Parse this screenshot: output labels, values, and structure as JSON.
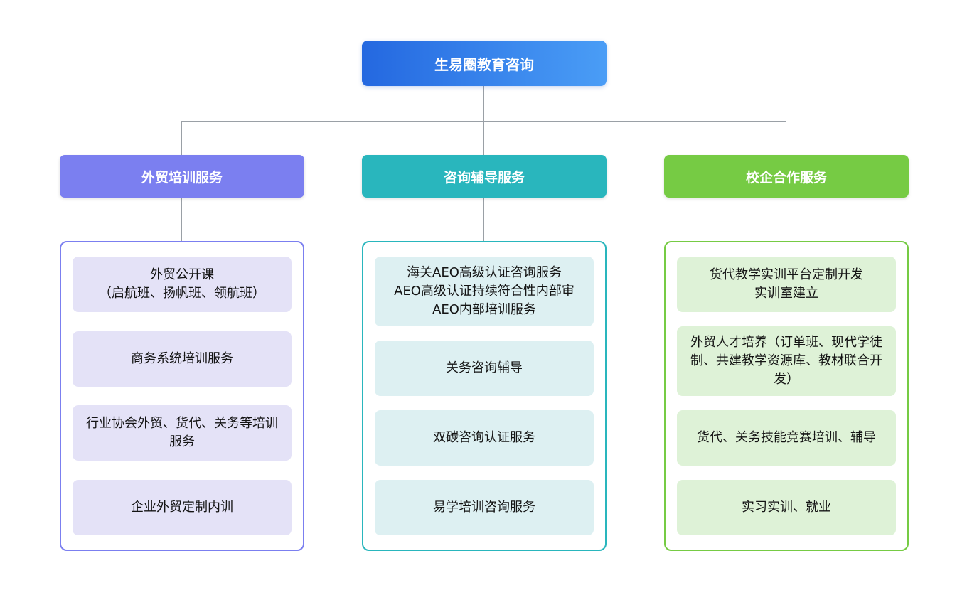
{
  "page": {
    "background_color": "#ffffff",
    "connector_color": "#9aa0a6"
  },
  "root": {
    "label": "生易圈教育咨询",
    "gradient_start": "#2468e0",
    "gradient_end": "#4a9df6",
    "text_color": "#ffffff"
  },
  "branches": [
    {
      "label": "外贸培训服务",
      "header_color": "#7b7ff0",
      "item_background": "#e4e2f7",
      "items": [
        "外贸公开课\n（启航班、扬帆班、领航班）",
        "商务系统培训服务",
        "行业协会外贸、货代、关务等培训服务",
        "企业外贸定制内训"
      ]
    },
    {
      "label": "咨询辅导服务",
      "header_color": "#29b6bd",
      "item_background": "#ddf0f2",
      "items": [
        "海关AEO高级认证咨询服务\nAEO高级认证持续符合性内部审\nAEO内部培训服务",
        "关务咨询辅导",
        "双碳咨询认证服务",
        "易学培训咨询服务"
      ]
    },
    {
      "label": "校企合作服务",
      "header_color": "#76cb44",
      "item_background": "#def2d7",
      "items": [
        "货代教学实训平台定制开发\n实训室建立",
        "外贸人才培养（订单班、现代学徒制、共建教学资源库、教材联合开发）",
        "货代、关务技能竞赛培训、辅导",
        "实习实训、就业"
      ]
    }
  ]
}
